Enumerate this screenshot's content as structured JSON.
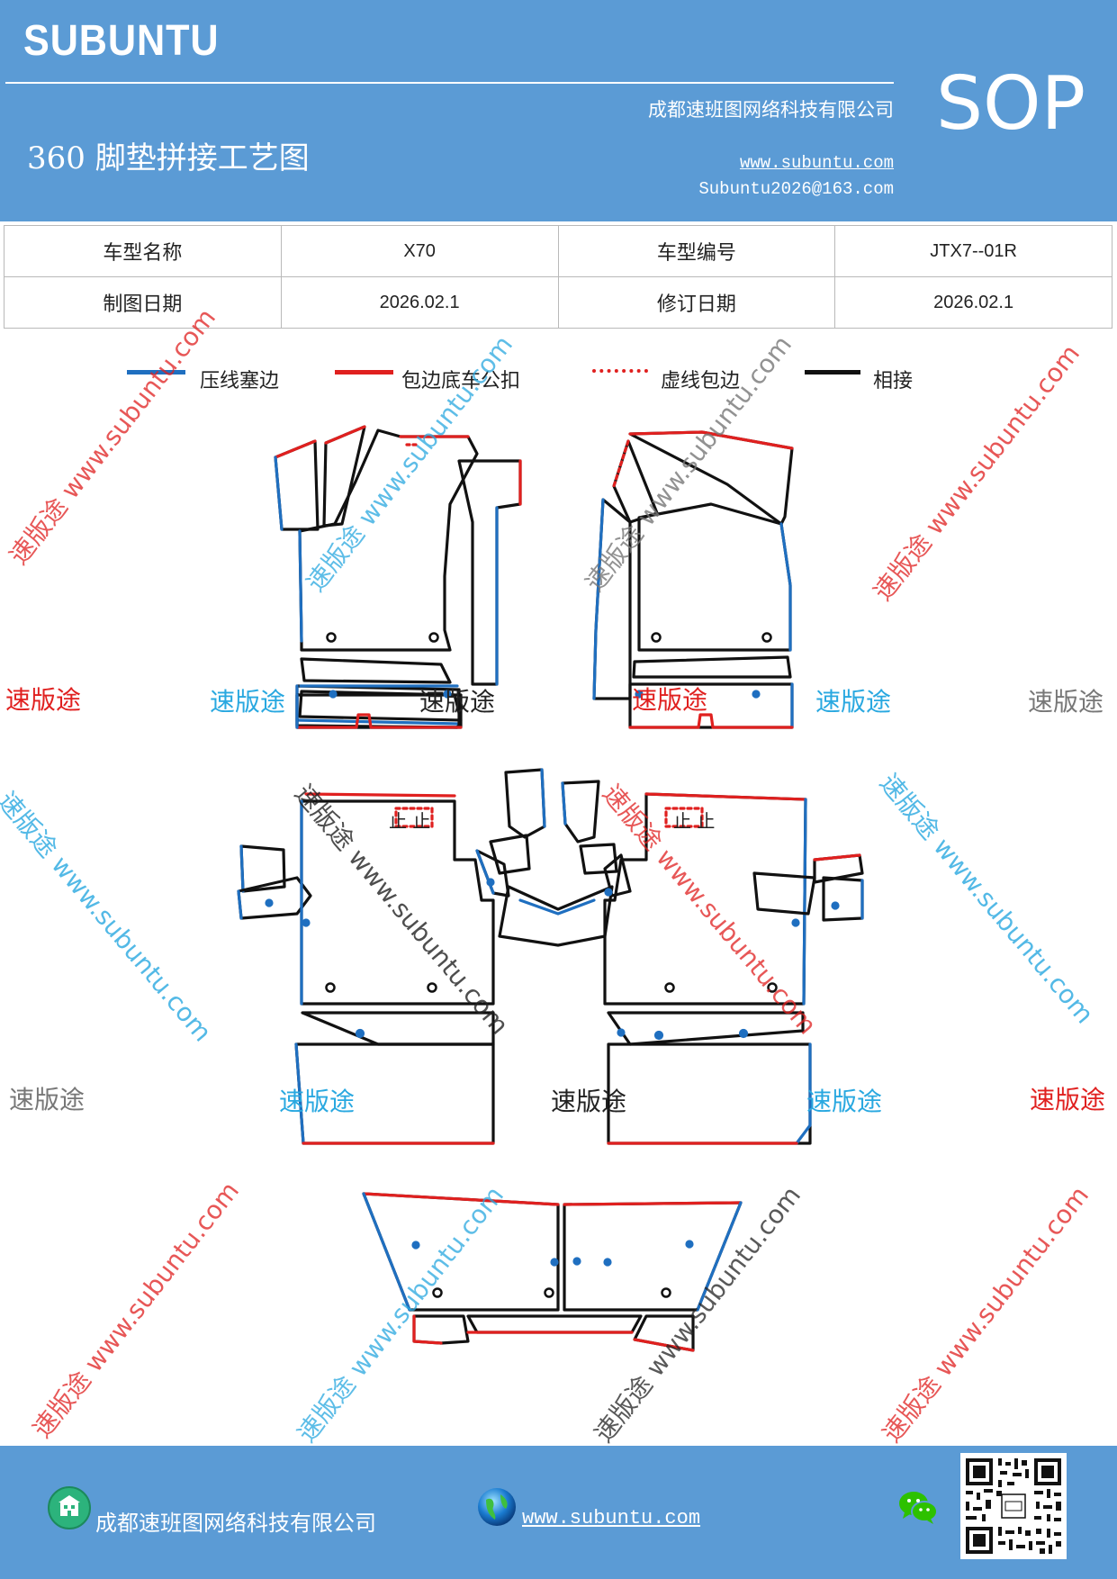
{
  "header": {
    "brand": "SUBUNTU",
    "company": "成都速班图网络科技有限公司",
    "title": "360 脚垫拼接工艺图",
    "website": "www.subuntu.com",
    "email": "Subuntu2026@163.com",
    "badge": "SOP"
  },
  "info": {
    "model_name_label": "车型名称",
    "model_name_value": "X70",
    "model_code_label": "车型编号",
    "model_code_value": "JTX7--01R",
    "draw_date_label": "制图日期",
    "draw_date_value": "2026.02.1",
    "revise_date_label": "修订日期",
    "revise_date_value": "2026.02.1"
  },
  "legend": [
    {
      "label": "压线塞边",
      "color": "#1f6fc0",
      "style": "solid"
    },
    {
      "label": "包边底车公扣",
      "color": "#e0201f",
      "style": "solid"
    },
    {
      "label": "虚线包边",
      "color": "#e0201f",
      "style": "dotted"
    },
    {
      "label": "相接",
      "color": "#111111",
      "style": "solid"
    }
  ],
  "watermark": {
    "brand_cn": "速版途",
    "url": "www.subuntu.com",
    "diagonal": "速版途 www.subuntu.com",
    "colors": {
      "red": "#e0201f",
      "blue": "#29a8e0",
      "gray": "#777777",
      "black": "#222222"
    }
  },
  "diagram": {
    "stitch_text": "止 止"
  },
  "footer": {
    "company": "成都速班图网络科技有限公司",
    "website": "www.subuntu.com"
  },
  "icons": [
    "building-icon",
    "globe-icon",
    "wechat-icon",
    "qr-code"
  ]
}
